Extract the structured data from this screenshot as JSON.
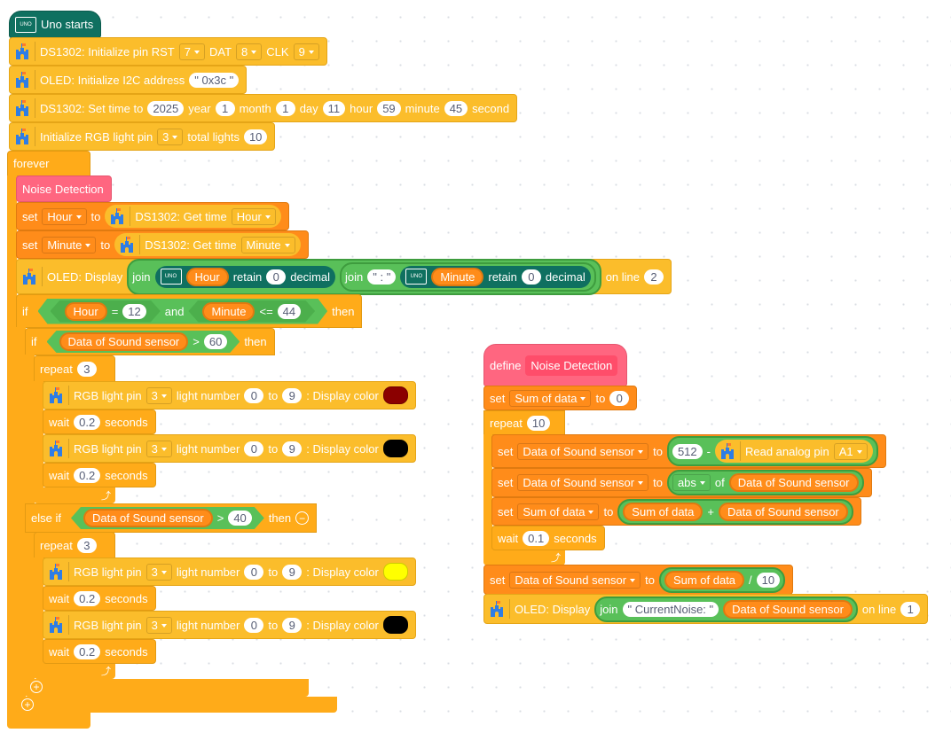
{
  "main_script": {
    "hat": "Uno starts",
    "uno_icon_text": "UNO",
    "ds1302_init": {
      "label": "DS1302: Initialize pin RST",
      "rst": "7",
      "dat_label": "DAT",
      "dat": "8",
      "clk_label": "CLK",
      "clk": "9"
    },
    "oled_init": {
      "label": "OLED: Initialize I2C address",
      "address": "\" 0x3c \""
    },
    "set_time": {
      "label": "DS1302: Set time to",
      "year": "2025",
      "year_label": "year",
      "month": "1",
      "month_label": "month",
      "day": "1",
      "day_label": "day",
      "hour": "11",
      "hour_label": "hour",
      "minute": "59",
      "minute_label": "minute",
      "second": "45",
      "second_label": "second"
    },
    "rgb_init": {
      "label": "Initialize RGB light pin",
      "pin": "3",
      "total_label": "total lights",
      "total": "10"
    },
    "forever": "forever",
    "call": "Noise Detection",
    "set_hour": {
      "set": "set",
      "var": "Hour",
      "to": "to",
      "label": "DS1302: Get time",
      "field": "Hour"
    },
    "set_minute": {
      "set": "set",
      "var": "Minute",
      "to": "to",
      "label": "DS1302: Get time",
      "field": "Minute"
    },
    "oled_display": {
      "label": "OLED: Display",
      "join": "join",
      "var1": "Hour",
      "retain": "retain",
      "dec1": "0",
      "decimal": "decimal",
      "join2": "join",
      "sep": "\" : \"",
      "var2": "Minute",
      "dec2": "0",
      "on_line": "on line",
      "line": "2"
    },
    "if1": {
      "if": "if",
      "lhs": "Hour",
      "eq": "=",
      "rhs": "12",
      "and": "and",
      "lhs2": "Minute",
      "le": "<=",
      "rhs2": "44",
      "then": "then"
    },
    "if2": {
      "if": "if",
      "lhs": "Data of Sound sensor",
      "gt": ">",
      "rhs": "60",
      "then": "then"
    },
    "else_if": {
      "label": "else if",
      "lhs": "Data of Sound sensor",
      "gt": ">",
      "rhs": "40",
      "then": "then"
    },
    "repeats": [
      {
        "label": "repeat",
        "count": "3"
      },
      {
        "label": "repeat",
        "count": "3"
      }
    ],
    "rgb_blocks": [
      {
        "label": "RGB light pin",
        "pin": "3",
        "ln": "light number",
        "from": "0",
        "to": "to",
        "end": "9",
        "display": ": Display color",
        "color": "#8B0000"
      },
      {
        "label": "RGB light pin",
        "pin": "3",
        "ln": "light number",
        "from": "0",
        "to": "to",
        "end": "9",
        "display": ": Display color",
        "color": "#000000"
      },
      {
        "label": "RGB light pin",
        "pin": "3",
        "ln": "light number",
        "from": "0",
        "to": "to",
        "end": "9",
        "display": ": Display color",
        "color": "#FFFF00"
      },
      {
        "label": "RGB light pin",
        "pin": "3",
        "ln": "light number",
        "from": "0",
        "to": "to",
        "end": "9",
        "display": ": Display color",
        "color": "#000000"
      }
    ],
    "waits": [
      {
        "label": "wait",
        "value": "0.2",
        "unit": "seconds"
      },
      {
        "label": "wait",
        "value": "0.2",
        "unit": "seconds"
      },
      {
        "label": "wait",
        "value": "0.2",
        "unit": "seconds"
      },
      {
        "label": "wait",
        "value": "0.2",
        "unit": "seconds"
      }
    ]
  },
  "define_script": {
    "define": "define",
    "name": "Noise Detection",
    "set_sum": {
      "set": "set",
      "var": "Sum of data",
      "to": "to",
      "value": "0"
    },
    "repeat": {
      "label": "repeat",
      "count": "10"
    },
    "set_read": {
      "set": "set",
      "var": "Data of Sound sensor",
      "to": "to",
      "a": "512",
      "minus": "-",
      "label": "Read analog pin",
      "pin": "A1"
    },
    "set_abs": {
      "set": "set",
      "var": "Data of Sound sensor",
      "to": "to",
      "fn": "abs",
      "of": "of",
      "arg": "Data of Sound sensor"
    },
    "set_add": {
      "set": "set",
      "var": "Sum of data",
      "to": "to",
      "a": "Sum of data",
      "plus": "+",
      "b": "Data of Sound sensor"
    },
    "wait": {
      "label": "wait",
      "value": "0.1",
      "unit": "seconds"
    },
    "set_div": {
      "set": "set",
      "var": "Data of Sound sensor",
      "to": "to",
      "a": "Sum of data",
      "div": "/",
      "b": "10"
    },
    "oled": {
      "label": "OLED: Display",
      "join": "join",
      "text": "\" CurrentNoise:  \"",
      "var": "Data of Sound sensor",
      "on_line": "on line",
      "line": "1"
    }
  },
  "colors": {
    "extension": "#FBBD2B",
    "control": "#FFAB19",
    "variables": "#FF8C1A",
    "operators": "#59C059",
    "my_blocks": "#FF6680",
    "uno": "#0F7060"
  }
}
